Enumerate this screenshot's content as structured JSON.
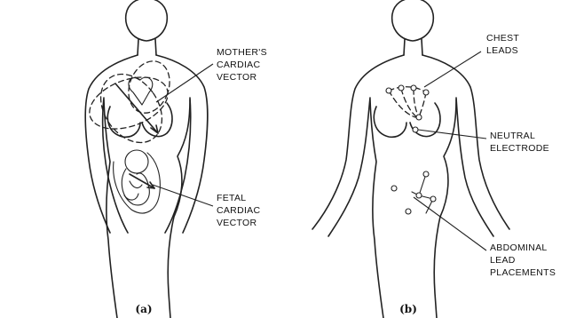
{
  "panel_a": {
    "caption": "(a)",
    "mother_vector_label": [
      "MOTHER'S",
      "CARDIAC",
      "VECTOR"
    ],
    "fetal_vector_label": [
      "FETAL",
      "CARDIAC",
      "VECTOR"
    ]
  },
  "panel_b": {
    "caption": "(b)",
    "chest_leads_label": [
      "CHEST",
      "LEADS"
    ],
    "neutral_electrode_label": [
      "NEUTRAL",
      "ELECTRODE"
    ],
    "abdominal_label": [
      "ABDOMINAL",
      "LEAD",
      "PLACEMENTS"
    ]
  }
}
